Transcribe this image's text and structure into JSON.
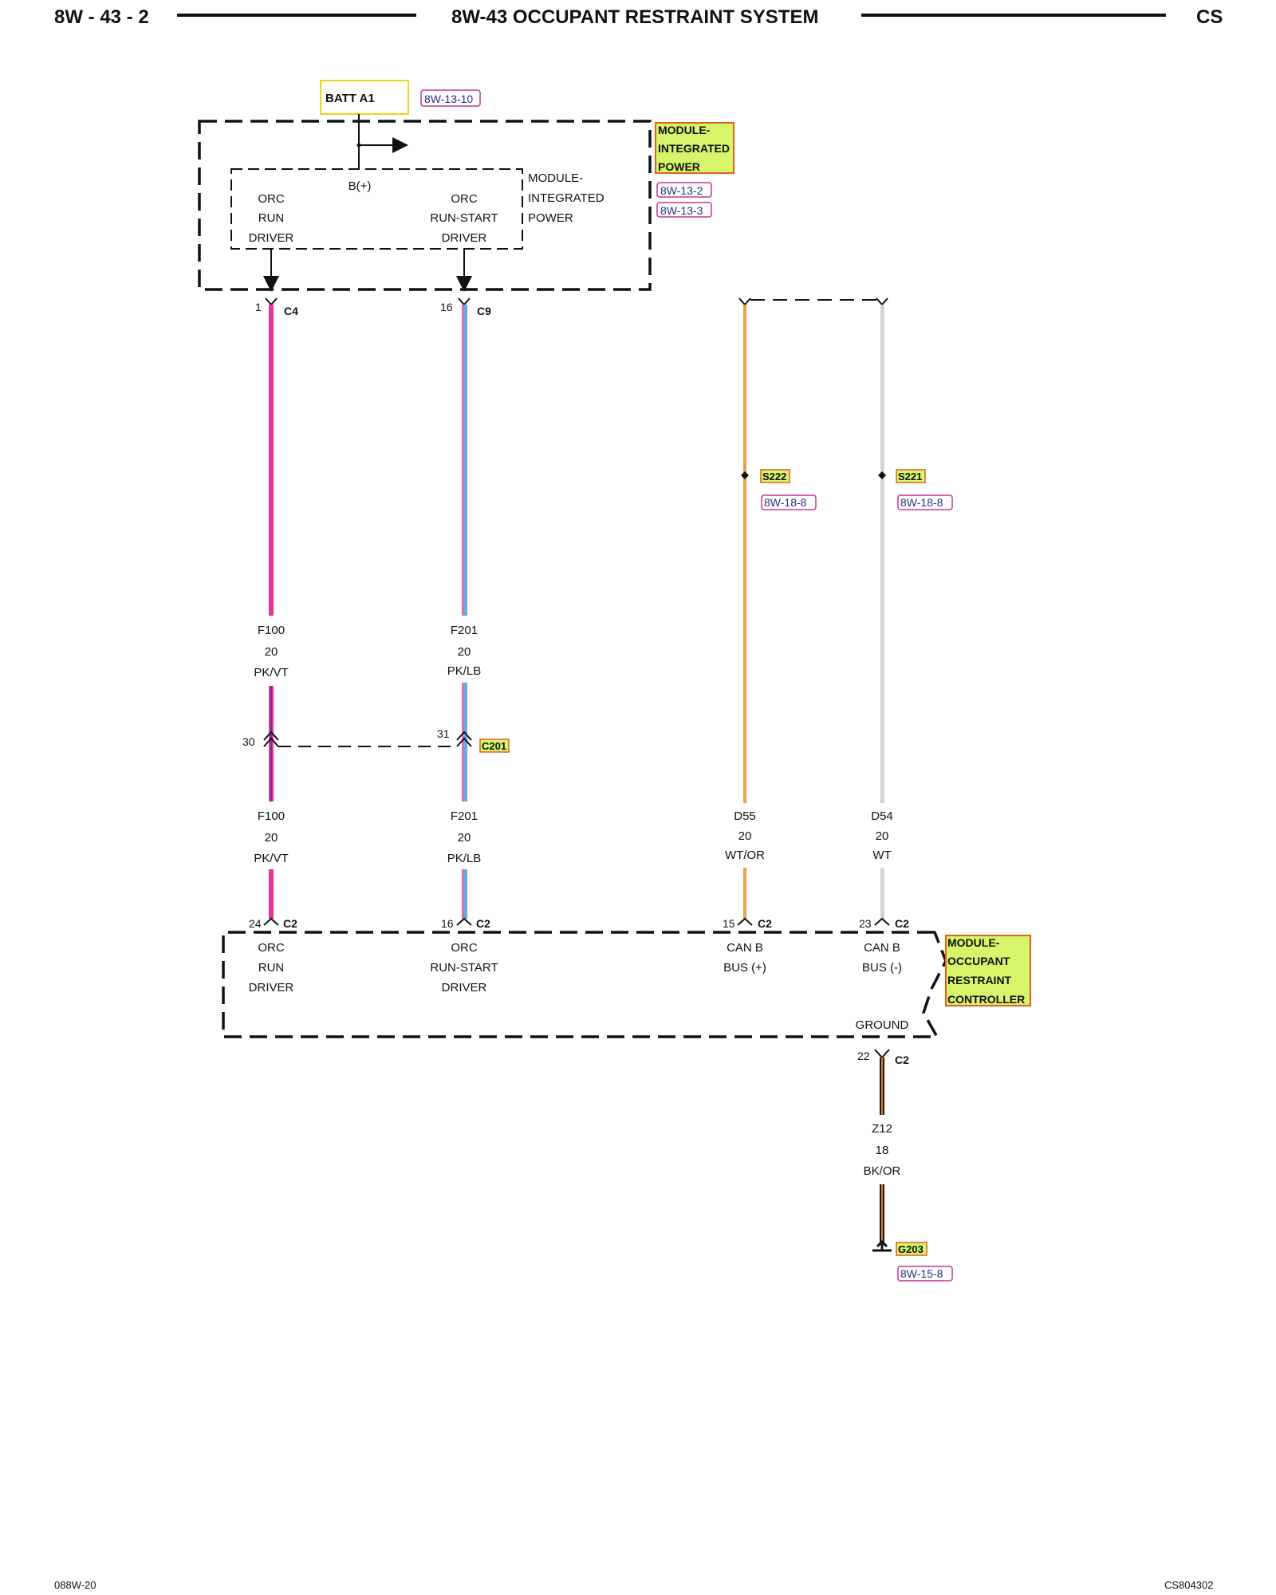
{
  "header": {
    "page_code": "8W - 43 - 2",
    "title": "8W-43 OCCUPANT RESTRAINT SYSTEM",
    "model": "CS"
  },
  "footer": {
    "left": "088W-20",
    "right": "CS804302"
  },
  "power_source": {
    "label": "BATT A1",
    "ref": "8W-13-10"
  },
  "module_integrated_power": {
    "tag_lines": [
      "MODULE-",
      "INTEGRATED",
      "POWER"
    ],
    "refs": [
      "8W-13-2",
      "8W-13-3"
    ],
    "inner_lines": [
      "MODULE-",
      "INTEGRATED",
      "POWER"
    ],
    "bplus": "B(+)",
    "drivers": {
      "run": [
        "ORC",
        "RUN",
        "DRIVER"
      ],
      "run_start": [
        "ORC",
        "RUN-START",
        "DRIVER"
      ]
    }
  },
  "wires": {
    "run": {
      "top_pin": "1",
      "top_conn": "C4",
      "upper": [
        "F100",
        "20",
        "PK/VT"
      ],
      "inline_pin": "30",
      "lower": [
        "F100",
        "20",
        "PK/VT"
      ],
      "bottom_pin": "24",
      "bottom_conn": "C2",
      "color_main": "#e8339a",
      "color_stripe": "#7a2e8e"
    },
    "run_start": {
      "top_pin": "16",
      "top_conn": "C9",
      "upper": [
        "F201",
        "20",
        "PK/LB"
      ],
      "inline_pin": "31",
      "inline_conn": "C201",
      "lower": [
        "F201",
        "20",
        "PK/LB"
      ],
      "bottom_pin": "16",
      "bottom_conn": "C2",
      "color_main": "#e06bb2",
      "color_stripe": "#4cb8e6"
    },
    "can_plus": {
      "splice": "S222",
      "splice_ref": "8W-18-8",
      "lower": [
        "D55",
        "20",
        "WT/OR"
      ],
      "bottom_pin": "15",
      "bottom_conn": "C2",
      "color": "#e9a24a"
    },
    "can_minus": {
      "splice": "S221",
      "splice_ref": "8W-18-8",
      "lower": [
        "D54",
        "20",
        "WT"
      ],
      "bottom_pin": "23",
      "bottom_conn": "C2",
      "color": "#d4d4d4"
    },
    "ground": {
      "top_pin": "22",
      "top_conn": "C2",
      "lower": [
        "Z12",
        "18",
        "BK/OR"
      ],
      "ground_id": "G203",
      "ground_ref": "8W-15-8",
      "color": "#1a1a1a",
      "stripe": "#d9822b"
    }
  },
  "orc_module": {
    "tag_lines": [
      "MODULE-",
      "OCCUPANT",
      "RESTRAINT",
      "CONTROLLER"
    ],
    "run": [
      "ORC",
      "RUN",
      "DRIVER"
    ],
    "run_start": [
      "ORC",
      "RUN-START",
      "DRIVER"
    ],
    "can_plus": [
      "CAN B",
      "BUS (+)"
    ],
    "can_minus": [
      "CAN B",
      "BUS (-)"
    ],
    "ground": "GROUND"
  },
  "colors": {
    "highlight_fill": "#d6f56a",
    "highlight_border": "#e0601a",
    "batt_border": "#f0d21a",
    "ref_border": "#c2388f"
  }
}
